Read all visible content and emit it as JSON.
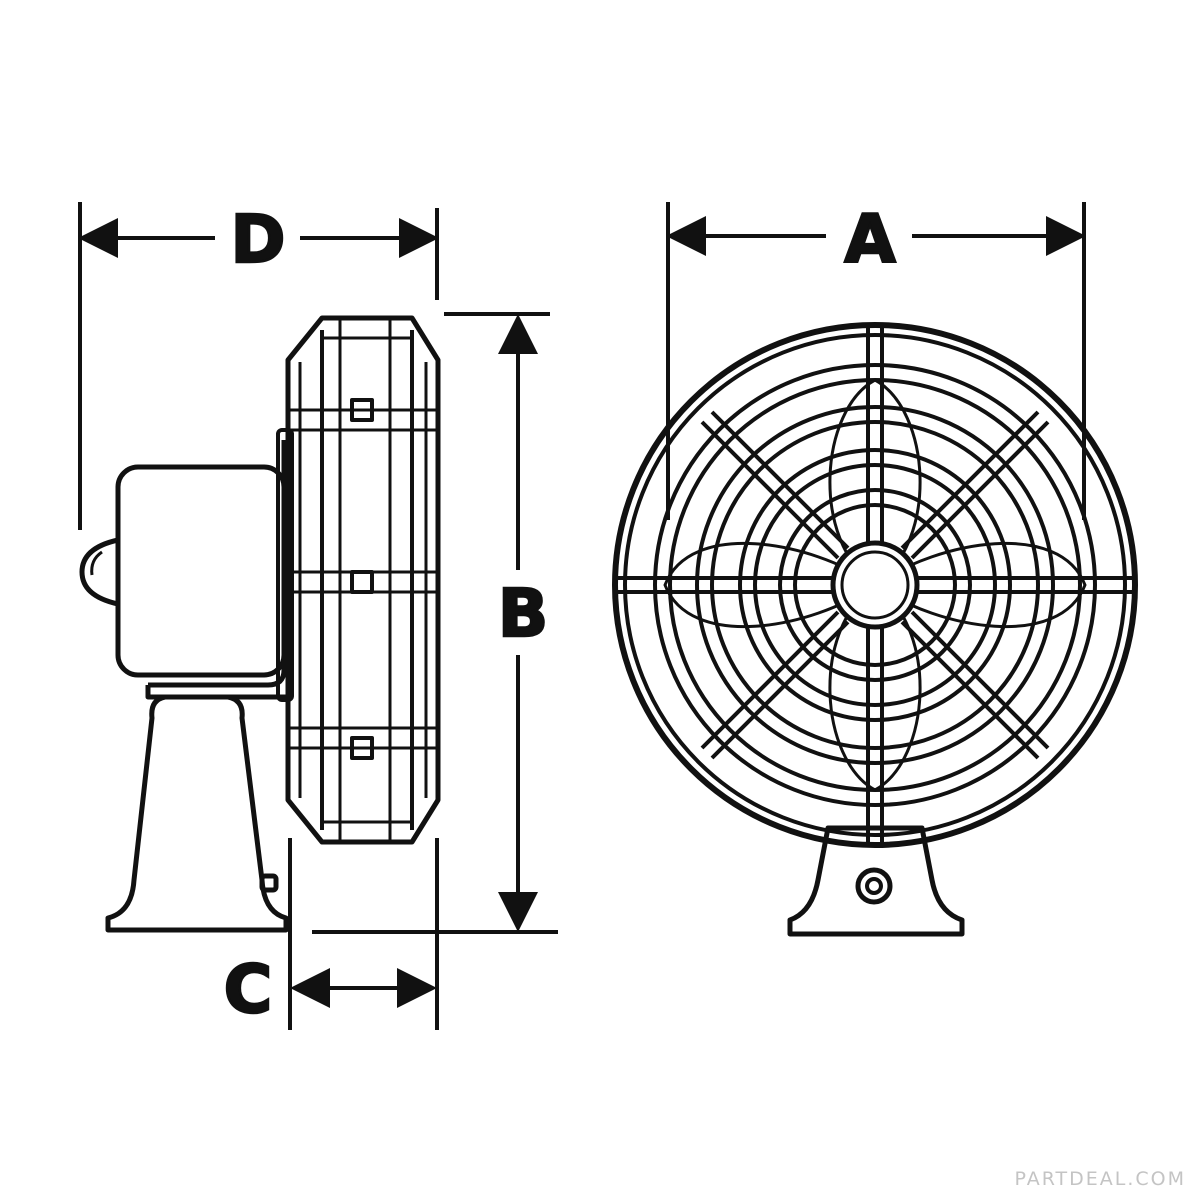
{
  "diagram": {
    "labels": {
      "a": "A",
      "b": "B",
      "c": "C",
      "d": "D"
    },
    "line_color": "#111111",
    "background_color": "#ffffff",
    "watermark_color": "#c4c4c4"
  },
  "watermark": "PARTDEAL.COM"
}
